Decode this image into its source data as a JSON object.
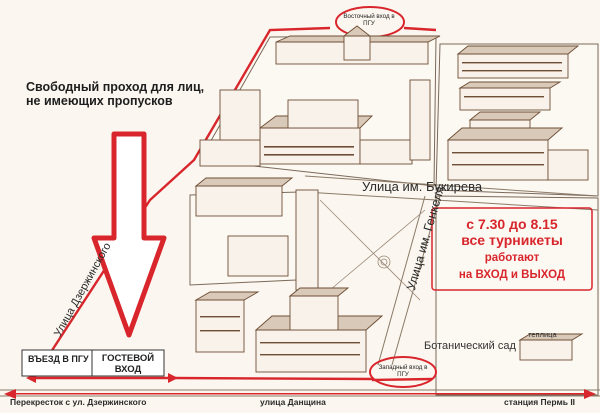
{
  "labels": {
    "notice_line1": "Свободный проход для лиц,",
    "notice_line2": "не имеющих пропусков",
    "east_gate": "Восточный вход в ПГУ",
    "west_gate": "Западный вход в ПГУ",
    "street_bukireva": "Улица им. Букирева",
    "street_genkelya": "Улица им. Генкеля",
    "street_dzerzhinskogo": "Улица Дзержинского",
    "time_line1": "с 7.30 до 8.15",
    "time_line2": "все турникеты",
    "time_line3": "работают",
    "time_line4": "на ВХОД и ВЫХОД",
    "entry_pgu": "ВЪЕЗД В ПГУ",
    "guest_entry": "ГОСТЕВОЙ ВХОД",
    "botanical_garden": "Ботанический сад",
    "greenhouse": "теплица",
    "bottom_left": "Перекресток с ул. Дзержинского",
    "bottom_mid": "улица Данщина",
    "bottom_right": "станция Пермь II"
  },
  "colors": {
    "route_red": "#d8262c",
    "building_stroke": "#6e4e36",
    "building_fill": "#f8f2ea",
    "roof_fill": "#d9c9b8",
    "text_dark": "#1e1e1e"
  },
  "icons": {
    "big_arrow": "arrow-down-icon",
    "double_arrow": "double-arrow-icon",
    "gate_circle": "circle-icon"
  }
}
